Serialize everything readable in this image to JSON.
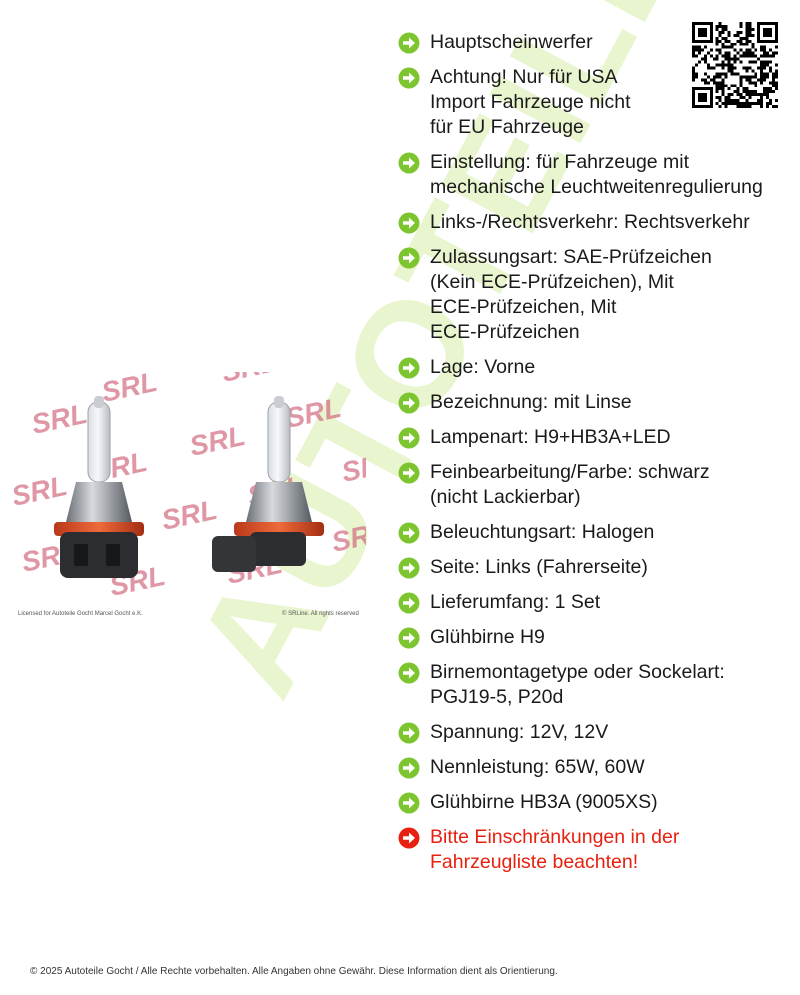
{
  "watermark": "AUTOTEILE GOCHT",
  "photo": {
    "alt": "H9 Halogen Glühlampen",
    "brand_mark": "SRL",
    "caption_left": "Licensed for Autoteile Gocht Marcel Gocht e.K.",
    "caption_right": "© SRLine. All rights reserved"
  },
  "colors": {
    "check_icon": "#7dc52e",
    "warning_icon": "#e8200f",
    "warning_text": "#e8200f",
    "watermark": "#b9e36b",
    "brand_mark": "#d26a7f"
  },
  "features": [
    {
      "icon": "arrow-circle-green-icon",
      "text": "Hauptscheinwerfer"
    },
    {
      "icon": "arrow-circle-green-icon",
      "text": "Achtung! Nur für USA\nImport Fahrzeuge nicht\nfür EU Fahrzeuge"
    },
    {
      "icon": "arrow-circle-green-icon",
      "text": "Einstellung: für Fahrzeuge mit\nmechanische Leuchtweitenregulierung"
    },
    {
      "icon": "arrow-circle-green-icon",
      "text": "Links-/Rechtsverkehr: Rechtsverkehr"
    },
    {
      "icon": "arrow-circle-green-icon",
      "text": "Zulassungsart: SAE-Prüfzeichen\n(Kein ECE-Prüfzeichen), Mit\nECE-Prüfzeichen, Mit\nECE-Prüfzeichen"
    },
    {
      "icon": "arrow-circle-green-icon",
      "text": "Lage: Vorne"
    },
    {
      "icon": "arrow-circle-green-icon",
      "text": "Bezeichnung: mit Linse"
    },
    {
      "icon": "arrow-circle-green-icon",
      "text": "Lampenart: H9+HB3A+LED"
    },
    {
      "icon": "arrow-circle-green-icon",
      "text": "Feinbearbeitung/Farbe: schwarz\n(nicht Lackierbar)"
    },
    {
      "icon": "arrow-circle-green-icon",
      "text": "Beleuchtungsart: Halogen"
    },
    {
      "icon": "arrow-circle-green-icon",
      "text": "Seite: Links (Fahrerseite)"
    },
    {
      "icon": "arrow-circle-green-icon",
      "text": "Lieferumfang: 1 Set"
    },
    {
      "icon": "arrow-circle-green-icon",
      "text": "Glühbirne H9"
    },
    {
      "icon": "arrow-circle-green-icon",
      "text": "Birnemontagetype oder Sockelart:\nPGJ19-5, P20d"
    },
    {
      "icon": "arrow-circle-green-icon",
      "text": "Spannung: 12V, 12V"
    },
    {
      "icon": "arrow-circle-green-icon",
      "text": "Nennleistung: 65W, 60W"
    },
    {
      "icon": "arrow-circle-green-icon",
      "text": "Glühbirne HB3A (9005XS)"
    },
    {
      "icon": "arrow-circle-red-icon",
      "text": "Bitte Einschränkungen in der\nFahrzeugliste beachten!",
      "warning": true
    }
  ],
  "footer": "© 2025 Autoteile Gocht / Alle Rechte vorbehalten. Alle Angaben ohne Gewähr. Diese Information dient als Orientierung."
}
